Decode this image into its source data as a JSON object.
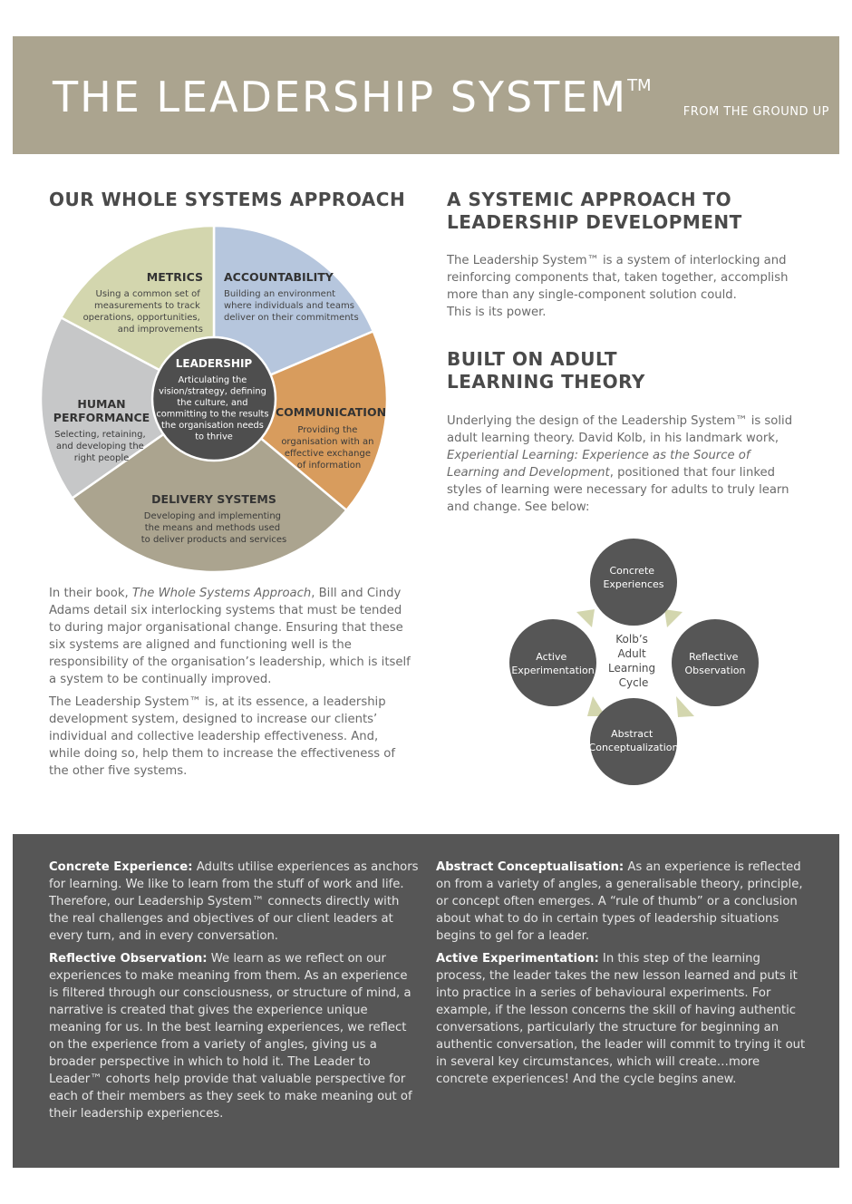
{
  "header": {
    "title": "THE LEADERSHIP SYSTEM",
    "tm": "TM",
    "subtitle": "FROM THE GROUND UP"
  },
  "left": {
    "heading": "OUR WHOLE SYSTEMS APPROACH",
    "wheel": {
      "metrics": {
        "title": "METRICS",
        "lines": [
          "Using a common set of",
          "measurements to track",
          "operations, opportunities,",
          "and improvements"
        ]
      },
      "accountability": {
        "title": "ACCOUNTABILITY",
        "lines": [
          "Building an environment",
          "where individuals and teams",
          "deliver on their commitments"
        ]
      },
      "communication": {
        "title": "COMMUNICATION",
        "lines": [
          "Providing the",
          "organisation with an",
          "effective exchange",
          "of information"
        ]
      },
      "delivery": {
        "title": "DELIVERY SYSTEMS",
        "lines": [
          "Developing and implementing",
          "the means and methods used",
          "to deliver products and services"
        ]
      },
      "human": {
        "title1": "HUMAN",
        "title2": "PERFORMANCE",
        "lines": [
          "Selecting, retaining,",
          "and developing the",
          "right people"
        ]
      },
      "leadership": {
        "title": "LEADERSHIP",
        "lines": [
          "Articulating the",
          "vision/strategy, defining",
          "the culture, and",
          "committing to the results",
          "the organisation needs",
          "to thrive"
        ]
      },
      "colors": {
        "metrics": "#d3d6ae",
        "accountability": "#b6c6dd",
        "communication": "#d89c5d",
        "delivery": "#aba48f",
        "human": "#c6c7c8",
        "leadership": "#4e4e4e"
      }
    },
    "p1_pre": "In their book, ",
    "p1_book": "The Whole Systems Approach",
    "p1_post": ", Bill and Cindy Adams detail six interlocking systems that must be tended to during major organisational change.  Ensuring that these six systems are aligned and functioning well is the responsibility of the organisation’s leadership, which is itself a system to be continually improved.",
    "p2": "The Leadership System™ is, at its essence, a leadership development system, designed to increase our clients’ individual and collective leadership effectiveness.  And, while doing so, help them to increase the effectiveness of the other five systems."
  },
  "right": {
    "heading1_line1": "A SYSTEMIC APPROACH TO",
    "heading1_line2": "LEADERSHIP DEVELOPMENT",
    "p1": "The Leadership System™ is a system of interlocking and reinforcing components that, taken together, accomplish more than any single-component solution could.",
    "p1b": "This is its power.",
    "heading2_line1": "BUILT ON ADULT",
    "heading2_line2": "LEARNING THEORY",
    "p2_pre": "Underlying the design of the Leadership System™ is solid adult learning theory. David Kolb, in his landmark work, ",
    "p2_book": "Experiential Learning: Experience as the Source of Learning and Development",
    "p2_post": ", positioned that four linked styles of learning were necessary for adults to truly learn and change.  See below:",
    "kolb": {
      "top": [
        "Concrete",
        "Experiences"
      ],
      "right": [
        "Reflective",
        "Observation"
      ],
      "bottom": [
        "Abstract",
        "Conceptualization"
      ],
      "left": [
        "Active",
        "Experimentation"
      ],
      "center": [
        "Kolb’s",
        "Adult",
        "Learning",
        "Cycle"
      ],
      "circle_color": "#565656",
      "arrow_color": "#d3d6ae"
    }
  },
  "bottom": {
    "ce_title": "Concrete Experience:",
    "ce_text": " Adults utilise experiences as anchors for learning. We like to learn from the stuff of work and life. Therefore, our Leadership System™ connects directly with the real challenges and objectives of our client leaders at every turn, and in every conversation.",
    "ro_title": "Reflective Observation:",
    "ro_text": "  We learn as we reflect on our experiences to make meaning from them.  As an experience is filtered through our consciousness, or structure of mind, a narrative is created that gives the experience unique meaning for us.  In the best learning experiences, we reflect on the experience from a variety of angles, giving us a broader perspective in which to hold it.  The Leader to Leader™ cohorts help provide that valuable perspective for each of their members as they seek to make meaning out of their leadership experiences.",
    "ac_title": "Abstract Conceptualisation:",
    "ac_text": " As an experience is reflected on from a variety of angles, a generalisable theory, principle, or concept often emerges.  A “rule of thumb” or a conclusion about what to do in certain types of leadership situations begins to gel for a leader.",
    "ae_title": "Active Experimentation:",
    "ae_text": "  In this step of the learning process, the leader takes the new lesson learned and puts it into practice in a series of behavioural experiments.  For example, if the lesson concerns the skill of having authentic conversations, particularly the structure for beginning an authentic conversation, the leader will commit to trying it out in several key circumstances, which will create…more concrete experiences!  And the cycle begins anew."
  }
}
